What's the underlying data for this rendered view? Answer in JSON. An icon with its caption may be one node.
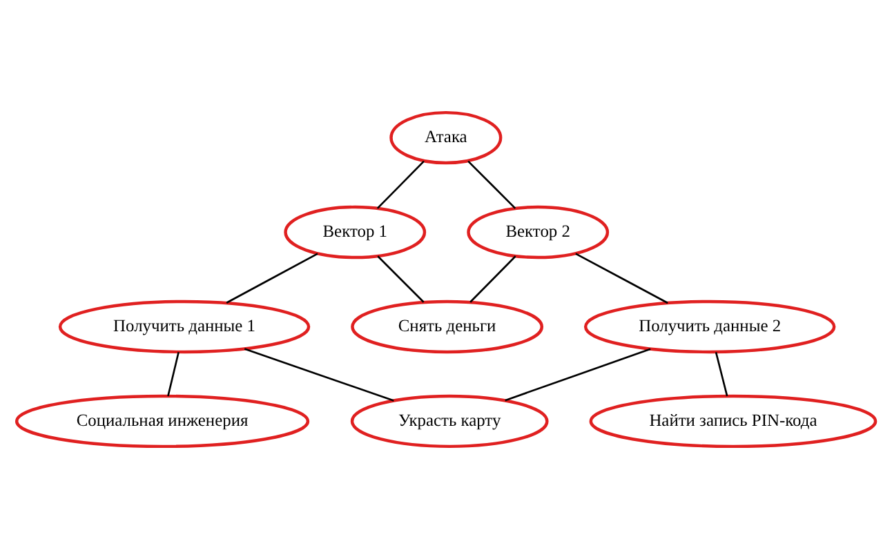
{
  "diagram": {
    "nodes": [
      {
        "text": [
          "Атака"
        ]
      },
      {
        "text": [
          "Вектор 1"
        ]
      },
      {
        "text": [
          "Вектор 2"
        ]
      },
      {
        "text": [
          "Получить данные 1"
        ]
      },
      {
        "text": [
          "Снять деньги"
        ]
      },
      {
        "text": [
          "Получить данные 2"
        ]
      },
      {
        "text": [
          "Социальная инженерия"
        ]
      },
      {
        "text": [
          "Украсть карту"
        ]
      },
      {
        "text": [
          "Найти запись PIN-кода"
        ]
      }
    ],
    "edges": [
      {
        "from": 0,
        "to": 1,
        "arrow": "none"
      },
      {
        "from": 0,
        "to": 2,
        "arrow": "none"
      },
      {
        "from": 1,
        "to": 3,
        "arrow": "none"
      },
      {
        "from": 1,
        "to": 4,
        "arrow": "none"
      },
      {
        "from": 2,
        "to": 4,
        "arrow": "none"
      },
      {
        "from": 2,
        "to": 5,
        "arrow": "none"
      },
      {
        "from": 3,
        "to": 6,
        "arrow": "none"
      },
      {
        "from": 3,
        "to": 7,
        "arrow": "none"
      },
      {
        "from": 5,
        "to": 7,
        "arrow": "none"
      },
      {
        "from": 5,
        "to": 8,
        "arrow": "none"
      }
    ]
  }
}
